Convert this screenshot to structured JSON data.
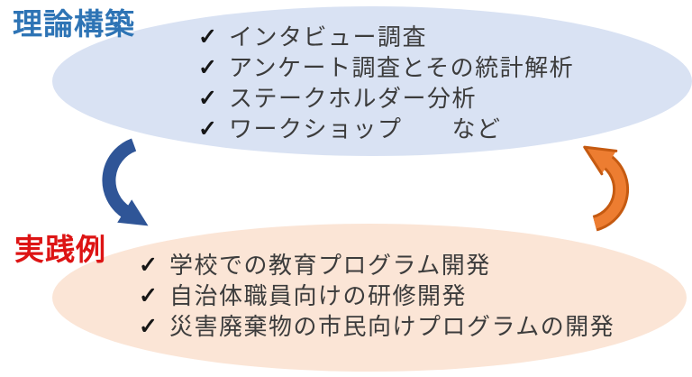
{
  "ui": {
    "check_glyph": "✓"
  },
  "colors": {
    "theory_label": "#2e74b5",
    "theory_ellipse_fill": "#d9e2f3",
    "practice_label": "#dd1414",
    "practice_ellipse_fill": "#fbe5d6",
    "body_text": "#3c3c3c",
    "blue_arrow": "#2f5597",
    "orange_arrow_fill": "#ed7d31",
    "orange_arrow_outline": "#c55a11"
  },
  "theory": {
    "label": "理論構築",
    "items": [
      "インタビュー調査",
      "アンケート調査とその統計解析",
      "ステークホルダー分析",
      "ワークショップ　　など"
    ]
  },
  "practice": {
    "label": "実践例",
    "items": [
      "学校での教育プログラム開発",
      "自治体職員向けの研修開発",
      "災害廃棄物の市民向けプログラムの開発"
    ]
  }
}
